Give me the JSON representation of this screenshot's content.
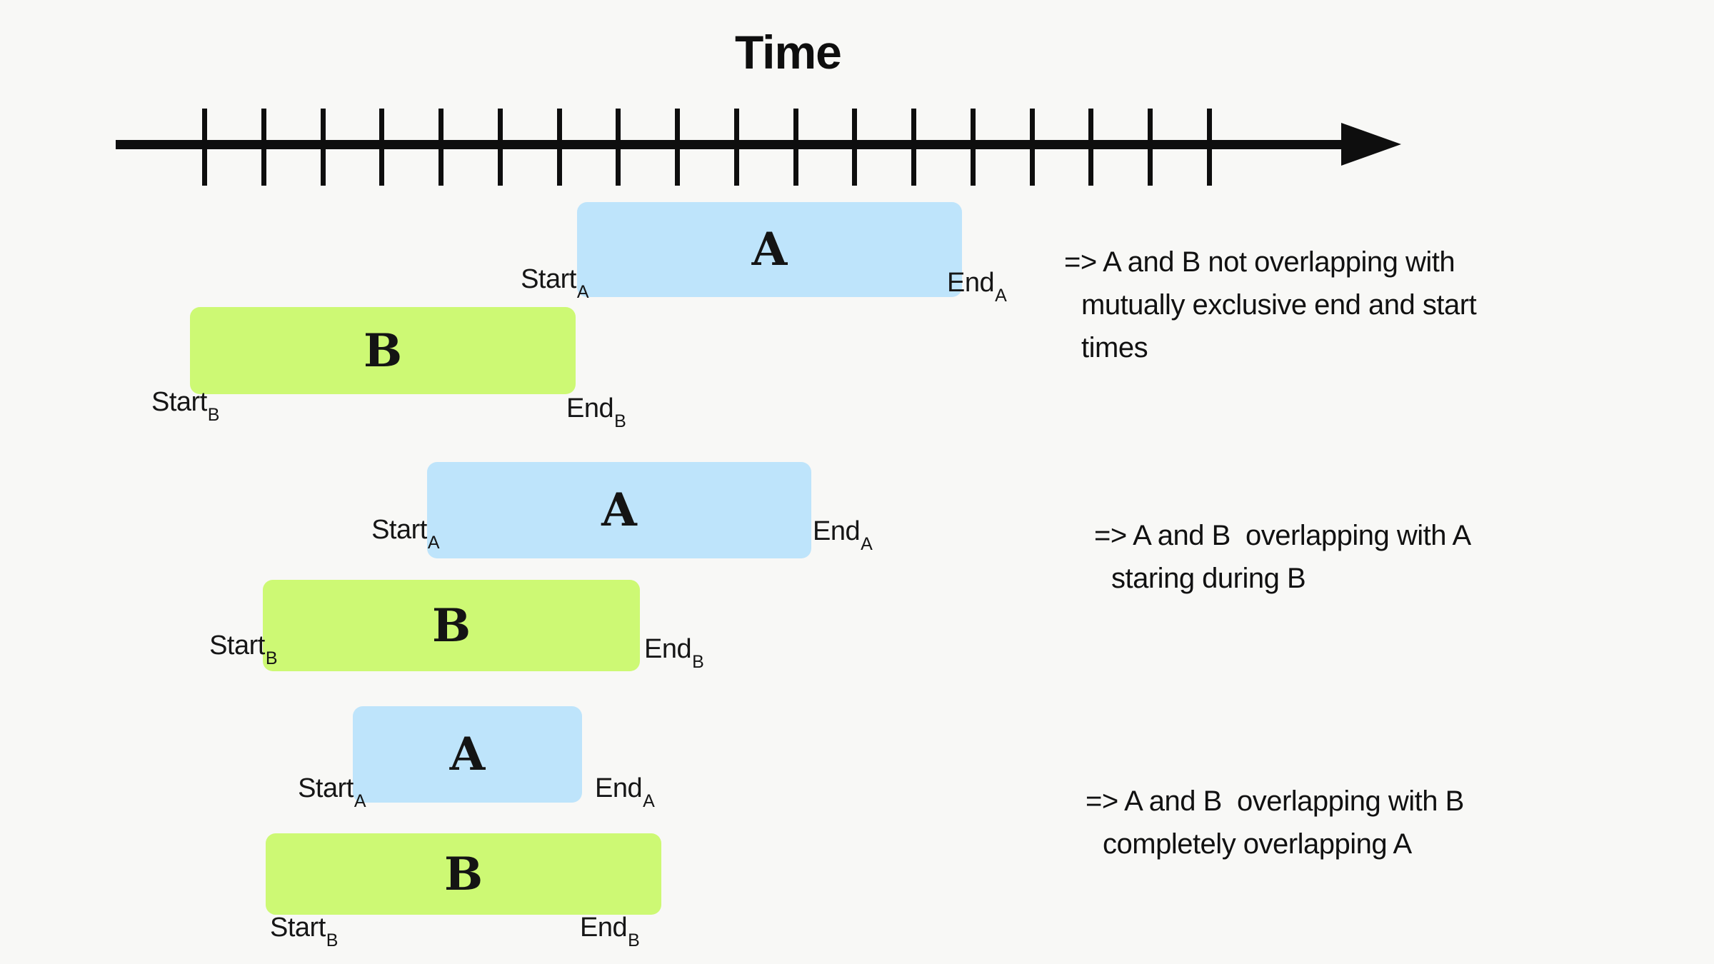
{
  "page": {
    "background": "#f8f8f6"
  },
  "colors": {
    "bar_a_fill": "#bee4fb",
    "bar_b_fill": "#cdf974",
    "ink": "#0e0e0e"
  },
  "timeline": {
    "title": "Time",
    "tick_count": 18
  },
  "scenarios": [
    {
      "bar_a": {
        "letter": "A",
        "start_word": "Start",
        "start_sub": "A",
        "end_word": "End",
        "end_sub": "A"
      },
      "bar_b": {
        "letter": "B",
        "start_word": "Start",
        "start_sub": "B",
        "end_word": "End",
        "end_sub": "B"
      },
      "note_lines": [
        "=> A and B not overlapping with",
        "mutually exclusive end and start",
        "times"
      ]
    },
    {
      "bar_a": {
        "letter": "A",
        "start_word": "Start",
        "start_sub": "A",
        "end_word": "End",
        "end_sub": "A"
      },
      "bar_b": {
        "letter": "B",
        "start_word": "Start",
        "start_sub": "B",
        "end_word": "End",
        "end_sub": "B"
      },
      "note_lines": [
        "=> A and B  overlapping with A",
        "staring during B"
      ]
    },
    {
      "bar_a": {
        "letter": "A",
        "start_word": "Start",
        "start_sub": "A",
        "end_word": "End",
        "end_sub": "A"
      },
      "bar_b": {
        "letter": "B",
        "start_word": "Start",
        "start_sub": "B",
        "end_word": "End",
        "end_sub": "B"
      },
      "note_lines": [
        "=> A and B  overlapping with B",
        "completely overlapping A"
      ]
    }
  ]
}
